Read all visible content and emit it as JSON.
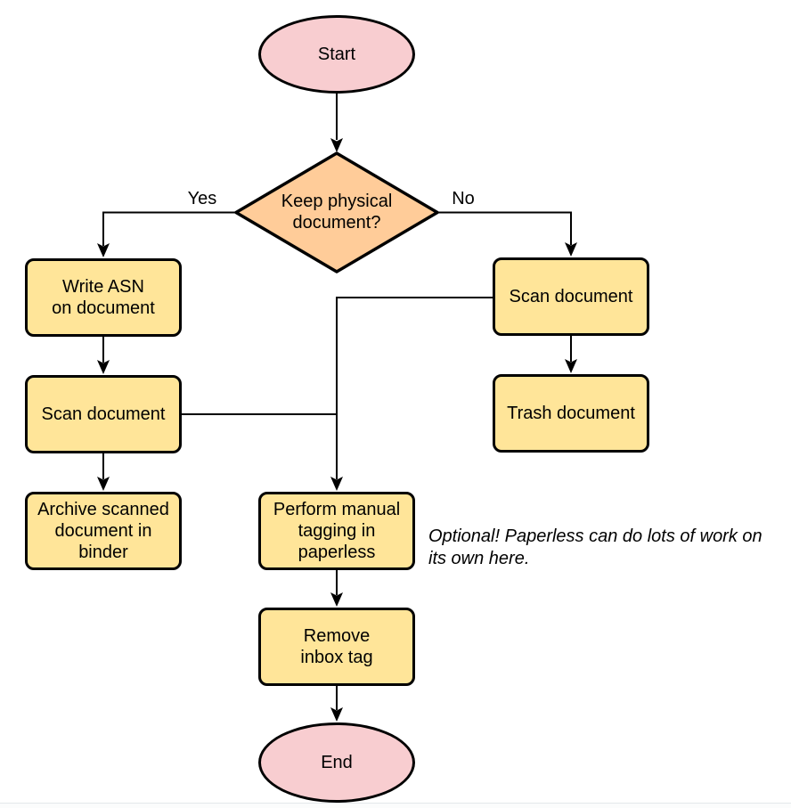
{
  "flowchart": {
    "nodes": {
      "start": {
        "label": "Start"
      },
      "decision": {
        "label": "Keep physical\ndocument?"
      },
      "write_asn": {
        "label": "Write ASN\non document"
      },
      "scan_left": {
        "label": "Scan document"
      },
      "archive": {
        "label": "Archive scanned\ndocument in\nbinder"
      },
      "scan_right": {
        "label": "Scan document"
      },
      "trash": {
        "label": "Trash document"
      },
      "tagging": {
        "label": "Perform manual\ntagging in\npaperless"
      },
      "remove_inbox": {
        "label": "Remove\ninbox tag"
      },
      "end": {
        "label": "End"
      }
    },
    "edge_labels": {
      "yes": "Yes",
      "no": "No"
    },
    "note": "Optional! Paperless can do lots of work on\nits own here.",
    "colors": {
      "process_fill": "#ffe599",
      "decision_fill": "#ffcc99",
      "terminal_fill": "#f8cdd0",
      "stroke": "#000000"
    }
  }
}
